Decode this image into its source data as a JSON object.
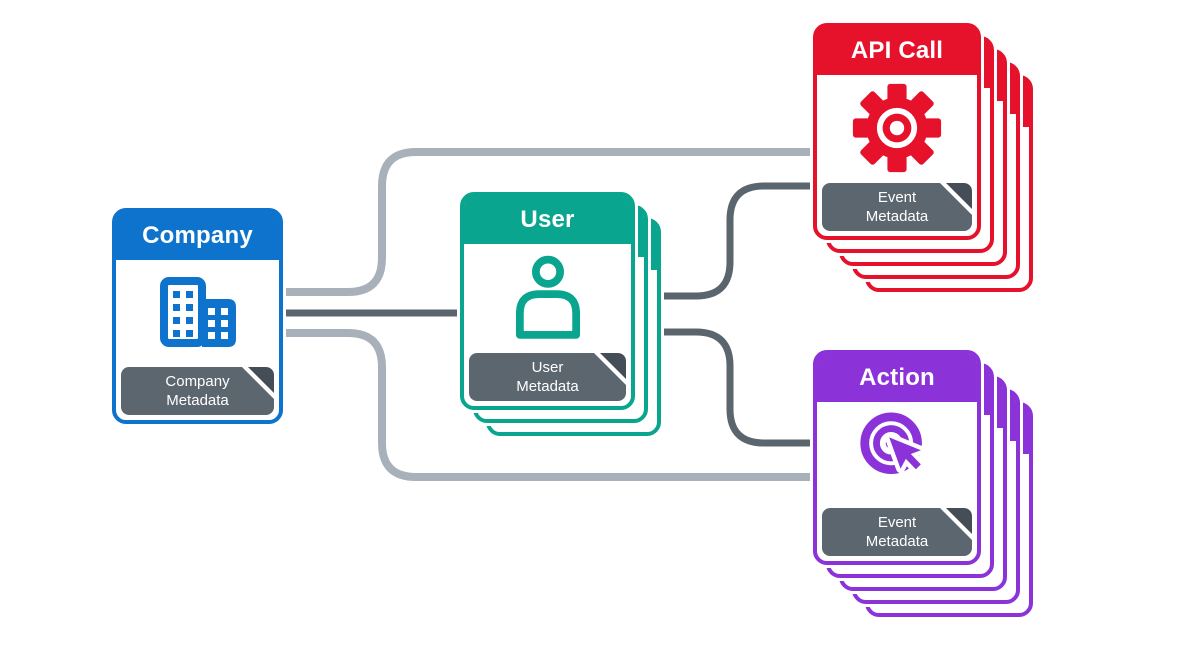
{
  "diagram": {
    "background": "#ffffff",
    "line_colors": {
      "primary": "#5b656e",
      "secondary": "#a8b1ba"
    }
  },
  "entities": [
    {
      "id": "company",
      "title": "Company",
      "accent_color": "#0d73cc",
      "icon": "building-icon",
      "stack_count": 1,
      "badge": {
        "line1": "Company",
        "line2": "Metadata"
      }
    },
    {
      "id": "user",
      "title": "User",
      "accent_color": "#0aa58f",
      "icon": "user-icon",
      "stack_count": 3,
      "badge": {
        "line1": "User",
        "line2": "Metadata"
      }
    },
    {
      "id": "api_call",
      "title": "API Call",
      "accent_color": "#e6112b",
      "icon": "gear-icon",
      "stack_count": 5,
      "badge": {
        "line1": "Event",
        "line2": "Metadata"
      }
    },
    {
      "id": "action",
      "title": "Action",
      "accent_color": "#8b33d9",
      "icon": "click-icon",
      "stack_count": 5,
      "badge": {
        "line1": "Event",
        "line2": "Metadata"
      }
    }
  ],
  "badge_style": {
    "bg": "#5c666f",
    "fold": "#454e57",
    "text_color": "#ffffff"
  },
  "connectors": [
    {
      "from": "company",
      "to": "api_call",
      "color": "#a8b1ba"
    },
    {
      "from": "company",
      "to": "user",
      "color": "#5b656e"
    },
    {
      "from": "company",
      "to": "action",
      "color": "#a8b1ba"
    },
    {
      "from": "user",
      "to": "api_call",
      "color": "#5b656e"
    },
    {
      "from": "user",
      "to": "action",
      "color": "#5b656e"
    }
  ]
}
